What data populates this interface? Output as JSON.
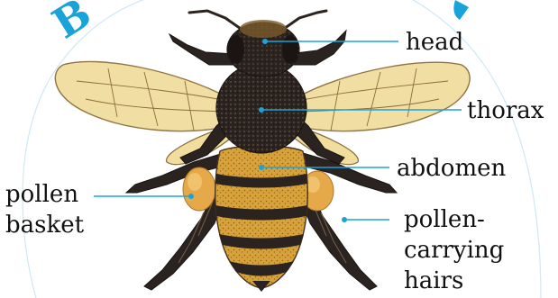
{
  "title_fragment": "B",
  "labels": {
    "head": "head",
    "thorax": "thorax",
    "abdomen": "abdomen",
    "pollen_basket_line1": "pollen",
    "pollen_basket_line2": "basket",
    "hairs_line1": "pollen-",
    "hairs_line2": "carrying",
    "hairs_line3": "hairs"
  },
  "colors": {
    "leader": "#1aa3d9",
    "title": "#1aa3d9",
    "body_gold": "#d7a23a",
    "body_dark": "#2b2320",
    "wing": "#f1dd9e",
    "pollen": "#e6a949"
  }
}
